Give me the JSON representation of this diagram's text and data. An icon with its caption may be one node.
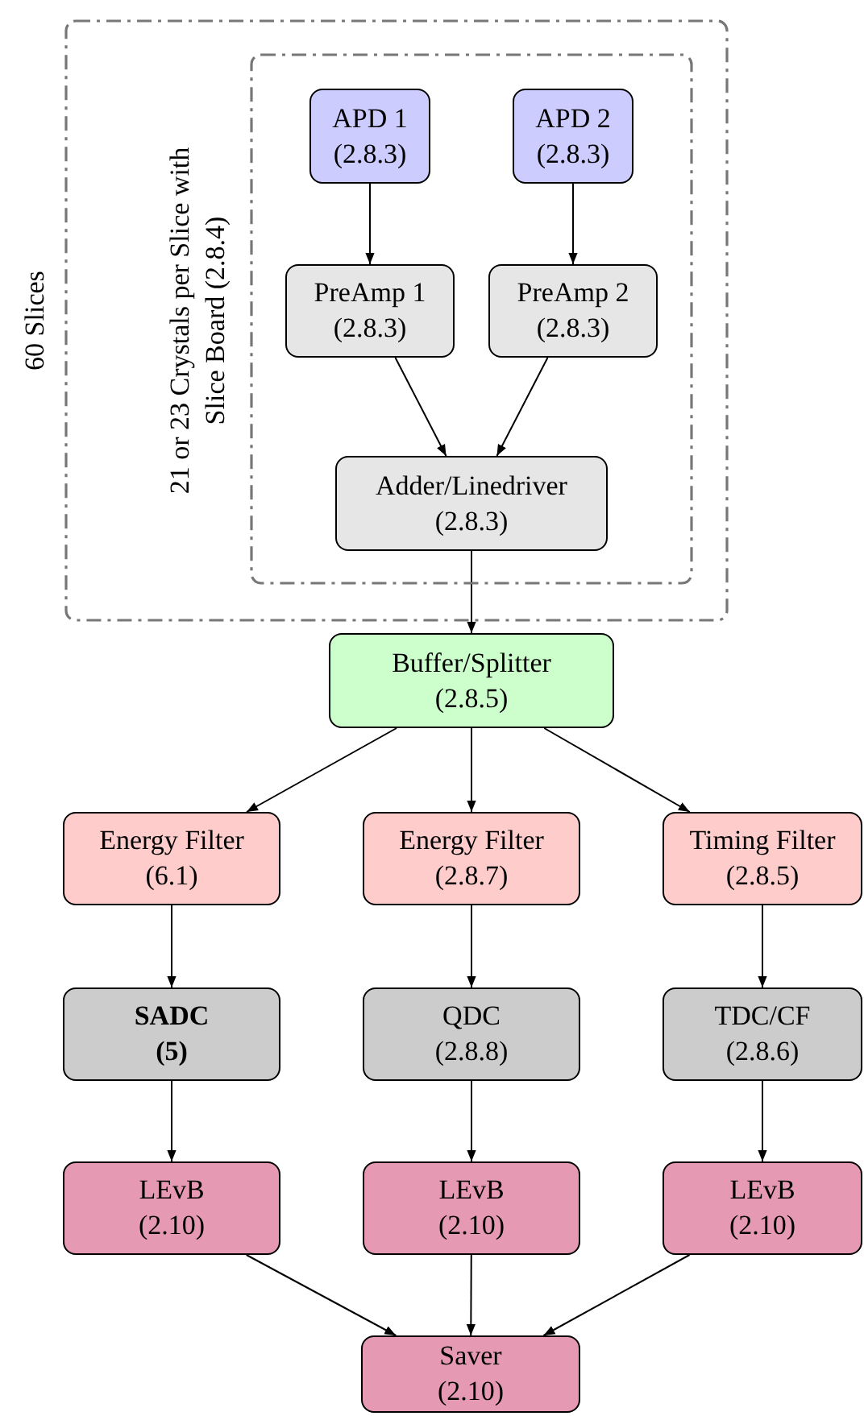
{
  "diagram": {
    "nodes": [
      {
        "text": [
          "60 Slices"
        ]
      },
      {
        "text": [
          "21 or 23 Crystals per Slice with Slice Board (2.8.4)"
        ],
        "in": 0
      },
      {
        "text": [
          "APD 1",
          "(2.8.3)"
        ],
        "in": 1
      },
      {
        "text": [
          "APD 2",
          "(2.8.3)"
        ],
        "in": 1
      },
      {
        "text": [
          "PreAmp 1",
          "(2.8.3)"
        ],
        "in": 1
      },
      {
        "text": [
          "PreAmp 2",
          "(2.8.3)"
        ],
        "in": 1
      },
      {
        "text": [
          "Adder/Linedriver",
          "(2.8.3)"
        ],
        "in": 1
      },
      {
        "text": [
          "Buffer/Splitter",
          "(2.8.5)"
        ]
      },
      {
        "text": [
          "Energy Filter",
          "(6.1)"
        ]
      },
      {
        "text": [
          "Energy Filter",
          "(2.8.7)"
        ]
      },
      {
        "text": [
          "Timing Filter",
          "(2.8.5)"
        ]
      },
      {
        "text": [
          "SADC",
          "(5)"
        ]
      },
      {
        "text": [
          "QDC",
          "(2.8.8)"
        ]
      },
      {
        "text": [
          "TDC/CF",
          "(2.8.6)"
        ]
      },
      {
        "text": [
          "LEvB",
          "(2.10)"
        ]
      },
      {
        "text": [
          "LEvB",
          "(2.10)"
        ]
      },
      {
        "text": [
          "LEvB",
          "(2.10)"
        ]
      },
      {
        "text": [
          "Saver",
          "(2.10)"
        ]
      }
    ],
    "edges": [
      {
        "from": 2,
        "to": 4,
        "arrow": "to"
      },
      {
        "from": 3,
        "to": 5,
        "arrow": "to"
      },
      {
        "from": 4,
        "to": 6,
        "arrow": "to"
      },
      {
        "from": 5,
        "to": 6,
        "arrow": "to"
      },
      {
        "from": 6,
        "to": 7,
        "arrow": "to"
      },
      {
        "from": 7,
        "to": 8,
        "arrow": "to"
      },
      {
        "from": 7,
        "to": 9,
        "arrow": "to"
      },
      {
        "from": 7,
        "to": 10,
        "arrow": "to"
      },
      {
        "from": 8,
        "to": 11,
        "arrow": "to"
      },
      {
        "from": 9,
        "to": 12,
        "arrow": "to"
      },
      {
        "from": 10,
        "to": 13,
        "arrow": "to"
      },
      {
        "from": 11,
        "to": 14,
        "arrow": "to"
      },
      {
        "from": 12,
        "to": 15,
        "arrow": "to"
      },
      {
        "from": 13,
        "to": 16,
        "arrow": "to"
      },
      {
        "from": 14,
        "to": 17,
        "arrow": "to"
      },
      {
        "from": 15,
        "to": 17,
        "arrow": "to"
      },
      {
        "from": 16,
        "to": 17,
        "arrow": "to"
      }
    ]
  }
}
